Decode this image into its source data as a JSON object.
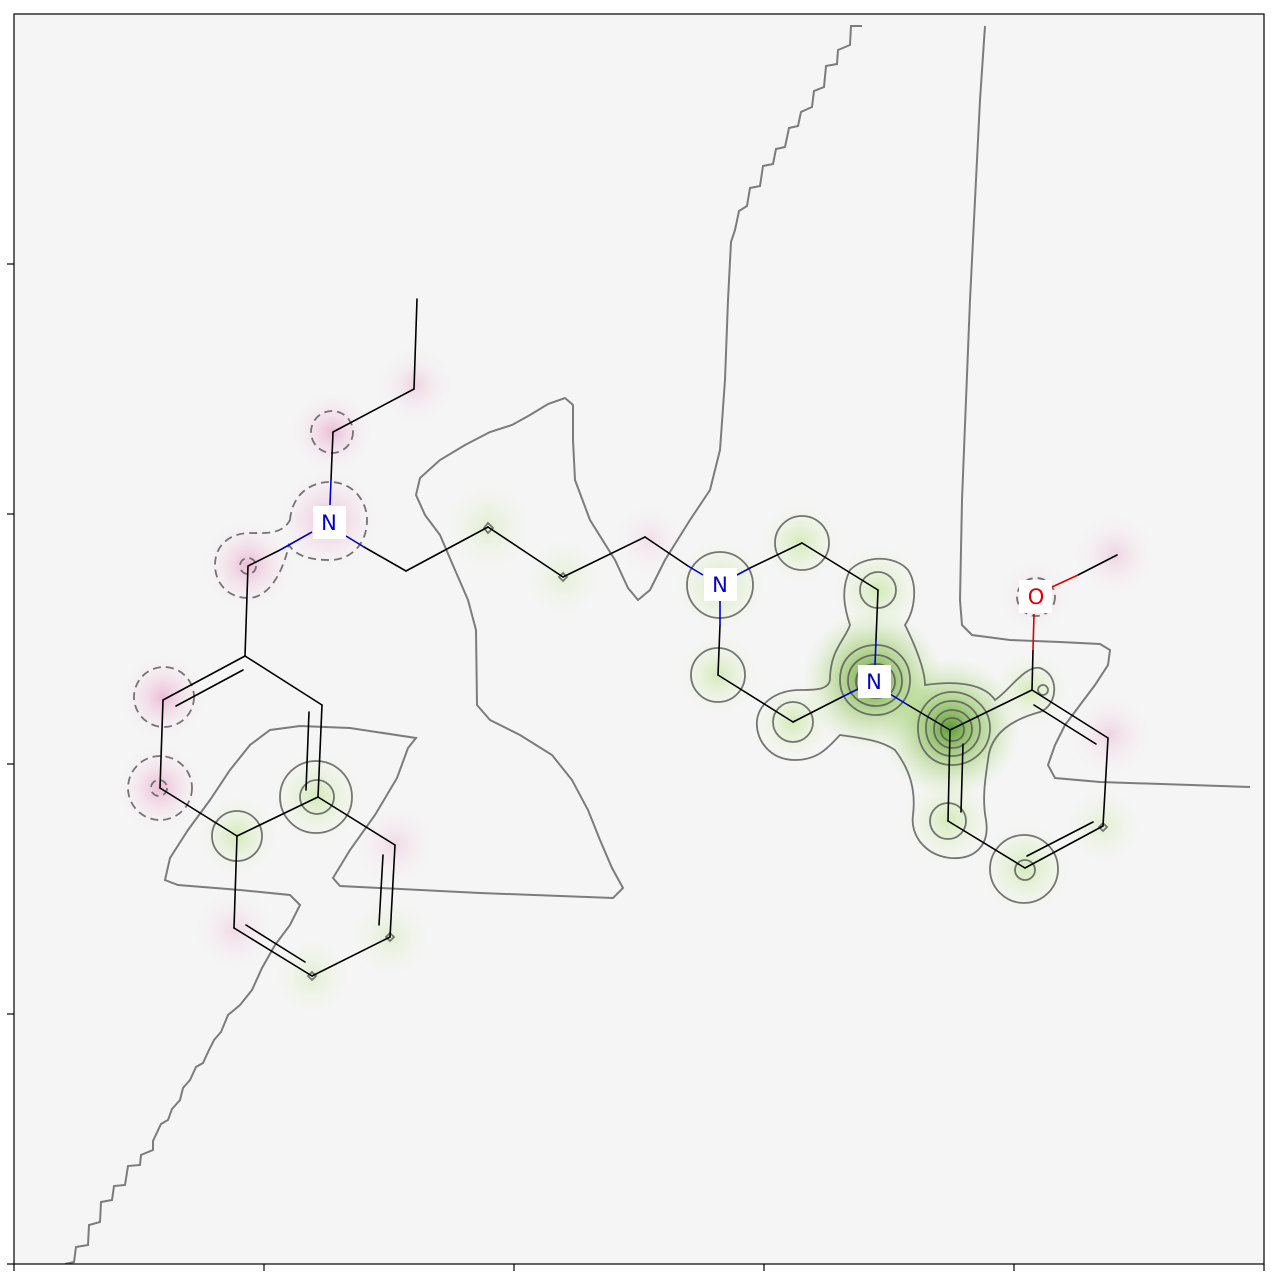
{
  "figure": {
    "background_color": "#f5f5f5",
    "positive_color": "#4d9221",
    "negative_color": "#c51b7d",
    "bond_color": "#000000",
    "contour_color": "#666666"
  },
  "atoms": {
    "n_amine": {
      "symbol": "N",
      "color": "#0000cc"
    },
    "n_piperazine_1": {
      "symbol": "N",
      "color": "#0000cc"
    },
    "n_piperazine_2": {
      "symbol": "N",
      "color": "#0000cc"
    },
    "o_methoxy": {
      "symbol": "O",
      "color": "#dd0000"
    }
  }
}
